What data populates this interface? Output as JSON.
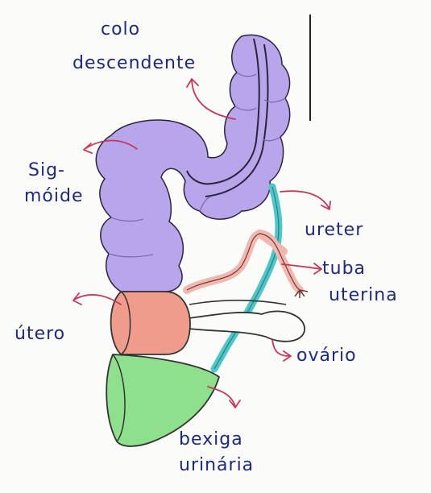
{
  "labels": {
    "colo_descendente_line1": "colo",
    "colo_descendente_line2": "descendente",
    "sigmoide_line1": "Sig-",
    "sigmoide_line2": "móide",
    "ureter": "ureter",
    "tuba_line1": "tuba",
    "tuba_line2": "uterina",
    "utero": "útero",
    "ovario": "ovário",
    "bexiga_line1": "bexiga",
    "bexiga_line2": "urinária"
  },
  "colors": {
    "colon": "#b9a6ea",
    "colon_stroke": "#2a2340",
    "uterus": "#ef9c8c",
    "bladder": "#8fe08c",
    "ureter": "#4fc7c9",
    "tube": "#f2b7ae",
    "label_ink": "#1f2a7a",
    "arrow": "#c4385b"
  }
}
